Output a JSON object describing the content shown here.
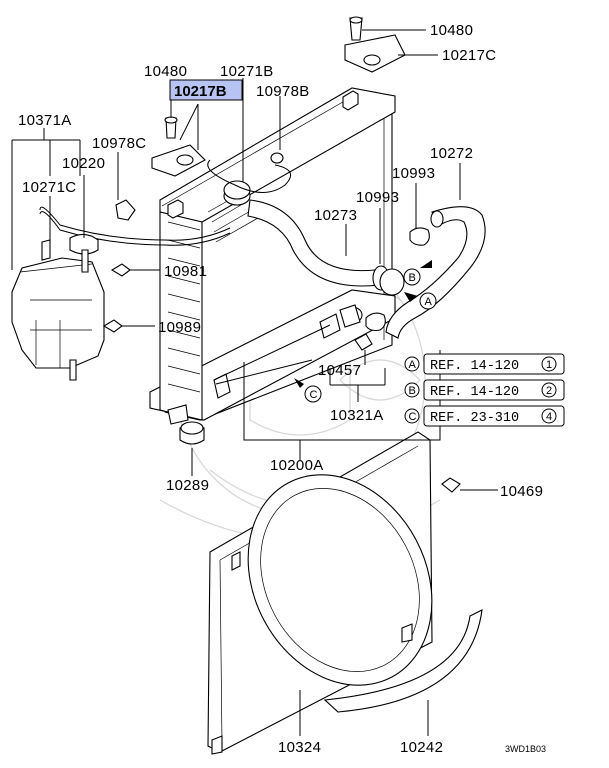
{
  "callouts": {
    "p10480_top": "10480",
    "p10217C": "10217C",
    "p10480_left": "10480",
    "p10271B": "10271B",
    "p10217B": "10217B",
    "p10978B": "10978B",
    "p10371A": "10371A",
    "p10978C": "10978C",
    "p10220": "10220",
    "p10271C": "10271C",
    "p10272": "10272",
    "p10993_top": "10993",
    "p10993_mid": "10993",
    "p10273": "10273",
    "p10981": "10981",
    "p10989": "10989",
    "p10457": "10457",
    "p10321A": "10321A",
    "p10200A": "10200A",
    "p10289": "10289",
    "p10469": "10469",
    "p10324": "10324",
    "p10242": "10242"
  },
  "highlight": {
    "color": "#b7c3f2",
    "part": "10217B"
  },
  "arrow_markers": {
    "a": "A",
    "b": "B",
    "c": "C"
  },
  "references": [
    {
      "letter": "A",
      "text": "REF. 14-120",
      "num": "1"
    },
    {
      "letter": "B",
      "text": "REF. 14-120",
      "num": "2"
    },
    {
      "letter": "C",
      "text": "REF. 23-310",
      "num": "4"
    }
  ],
  "diagram_code": "3WD1B03"
}
